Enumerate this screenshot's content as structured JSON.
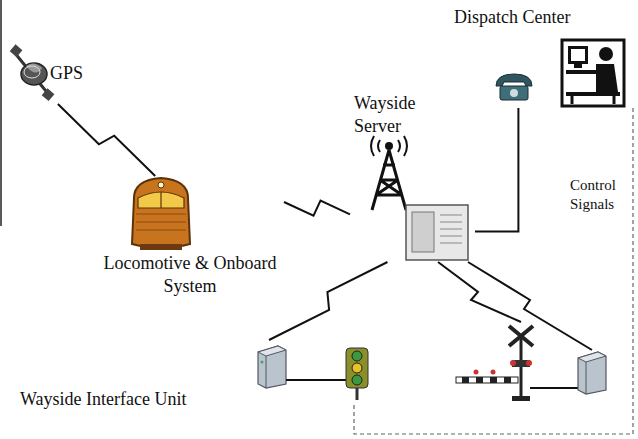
{
  "diagram": {
    "nodes": [
      {
        "text": [
          "GPS"
        ]
      },
      {
        "text": [
          "Dispatch Center"
        ]
      },
      {
        "text": [
          "Wayside Server"
        ]
      },
      {
        "text": [
          "Locomotive & Onboard System"
        ]
      },
      {
        "text": [
          "Wayside Interface Unit"
        ]
      }
    ],
    "edges": [
      {
        "from": 0,
        "to": 3,
        "arrow": "none"
      },
      {
        "from": 3,
        "to": 2,
        "arrow": "none"
      },
      {
        "from": 2,
        "to": 1,
        "arrow": "none"
      },
      {
        "from": 2,
        "to": 4,
        "arrow": "none"
      }
    ],
    "labels": [
      "Control Signals"
    ]
  }
}
